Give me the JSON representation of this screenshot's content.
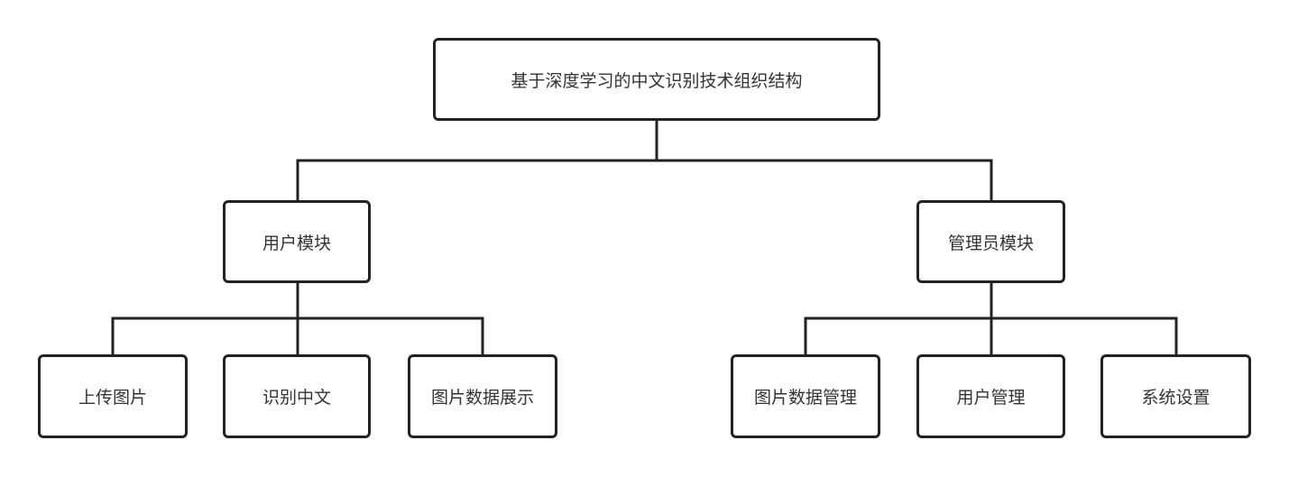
{
  "root": {
    "label": "基于深度学习的中文识别技术组织结构"
  },
  "branches": [
    {
      "label": "用户模块",
      "children": [
        "上传图片",
        "识别中文",
        "图片数据展示"
      ]
    },
    {
      "label": "管理员模块",
      "children": [
        "图片数据管理",
        "用户管理",
        "系统设置"
      ]
    }
  ],
  "colors": {
    "stroke": "#222222",
    "text": "#333333",
    "background": "#ffffff"
  }
}
